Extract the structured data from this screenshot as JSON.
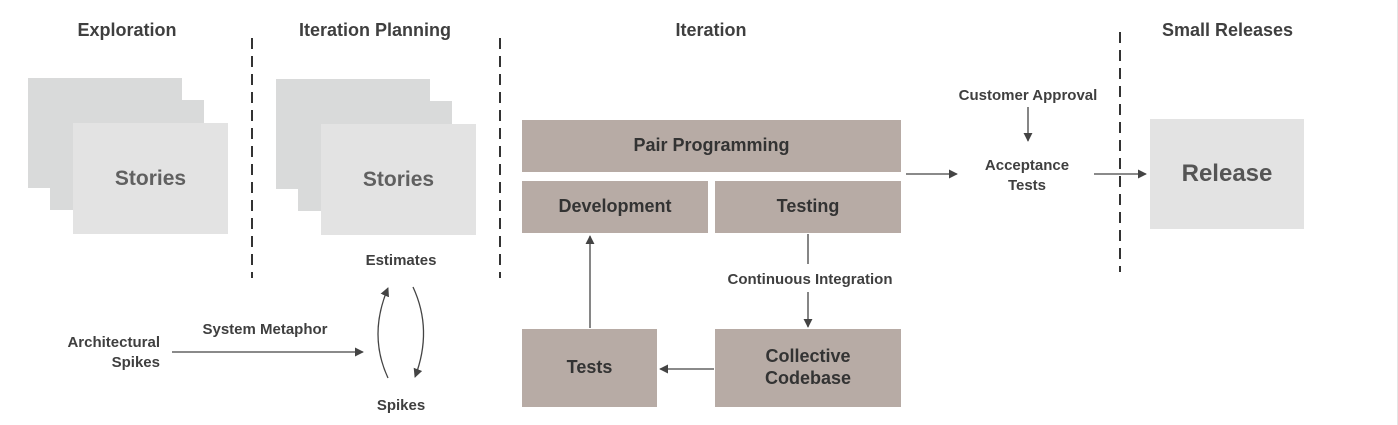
{
  "phases": {
    "exploration": "Exploration",
    "iteration_planning": "Iteration Planning",
    "iteration": "Iteration",
    "small_releases": "Small Releases"
  },
  "exploration": {
    "stories_label": "Stories",
    "architectural_spikes": [
      "Architectural",
      "Spikes"
    ],
    "system_metaphor": "System Metaphor"
  },
  "planning": {
    "stories_label": "Stories",
    "estimates": "Estimates",
    "spikes": "Spikes"
  },
  "iteration": {
    "pair_programming": "Pair Programming",
    "development": "Development",
    "testing": "Testing",
    "continuous_integration": "Continuous Integration",
    "tests": "Tests",
    "collective_codebase": [
      "Collective",
      "Codebase"
    ]
  },
  "release": {
    "customer_approval": "Customer Approval",
    "acceptance_tests": [
      "Acceptance",
      "Tests"
    ],
    "release_label": "Release"
  },
  "colors": {
    "card_back": "#d9dada",
    "card_front": "#e3e3e3",
    "process_box": "#b7aba5",
    "text": "#3f3f3f",
    "line": "#444444"
  }
}
